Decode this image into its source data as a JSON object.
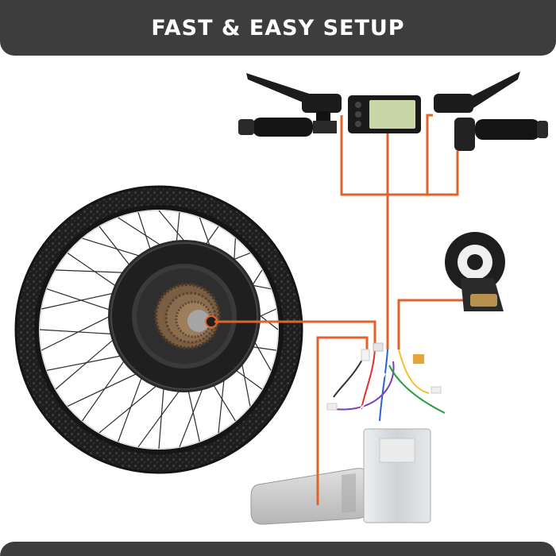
{
  "header": {
    "title": "FAST & EASY SETUP"
  },
  "colors": {
    "banner": "#3d3d3d",
    "wire": "#e2622b",
    "tire": "#1e1e1e",
    "hub": "#2a2a2a",
    "cassette": "#8a6d4f",
    "display_screen": "#c9d7a8",
    "controller": "#d9dcde",
    "battery": "#c9c9c9"
  },
  "components": [
    {
      "name": "wheel",
      "icon": "wheel-icon"
    },
    {
      "name": "hub-motor",
      "icon": "motor-icon"
    },
    {
      "name": "cassette",
      "icon": "gear-icon"
    },
    {
      "name": "lcd-display",
      "icon": "display-icon"
    },
    {
      "name": "left-brake-lever",
      "icon": "brake-lever-icon"
    },
    {
      "name": "right-brake-lever",
      "icon": "brake-lever-icon"
    },
    {
      "name": "throttle",
      "icon": "throttle-icon"
    },
    {
      "name": "pas-sensor",
      "icon": "pas-sensor-icon"
    },
    {
      "name": "controller",
      "icon": "controller-icon"
    },
    {
      "name": "battery",
      "icon": "battery-icon"
    }
  ]
}
